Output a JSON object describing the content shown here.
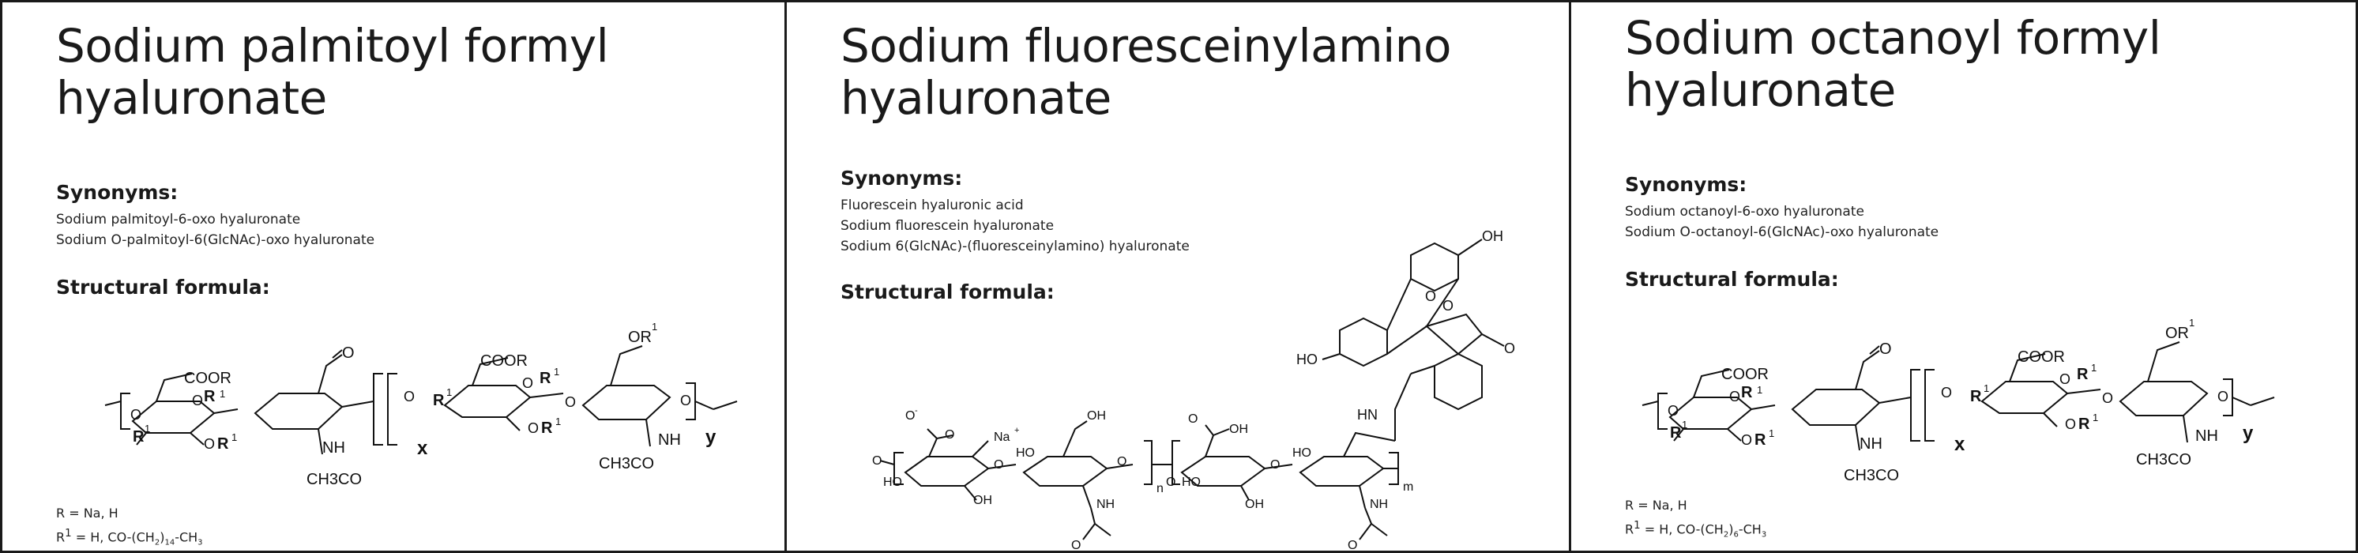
{
  "panels": [
    {
      "title_line1": "Sodium palmitoyl formyl",
      "title_line2": "hyaluronate",
      "synonyms_heading": "Synonyms:",
      "synonyms": [
        "Sodium palmitoyl-6-oxo hyaluronate",
        "Sodium O-palmitoyl-6(GlcNAc)-oxo hyaluronate"
      ],
      "structural_heading": "Structural formula:",
      "legend_r": "R = Na, H",
      "legend_r1_prefix": "R",
      "legend_r1_sup": "1",
      "legend_r1_mid": " = H, CO-(CH",
      "legend_r1_sub1": "2",
      "legend_r1_close": ")",
      "legend_r1_sub2": "14",
      "legend_r1_end": "-CH",
      "legend_r1_sub3": "3",
      "formula": {
        "coor": "COOR",
        "r": "R",
        "r1": "1",
        "o": "O",
        "nh": "NH",
        "x": "x",
        "y": "y",
        "acetyl": "CH3CO",
        "aldehyde": "O",
        "or1": "OR"
      }
    },
    {
      "title_line1": "Sodium fluoresceinylamino",
      "title_line2": "hyaluronate",
      "synonyms_heading": "Synonyms:",
      "synonyms": [
        "Fluorescein hyaluronic acid",
        "Sodium fluorescein hyaluronate",
        "Sodium 6(GlcNAc)-(fluoresceinylamino) hyaluronate"
      ],
      "structural_heading": "Structural formula:",
      "formula": {
        "oh": "OH",
        "ho": "HO",
        "o": "O",
        "hn": "HN",
        "nh": "NH",
        "na": "Na",
        "plus": "+",
        "minus": "-",
        "n": "n",
        "m": "m"
      }
    },
    {
      "title_line1": "Sodium octanoyl formyl",
      "title_line2": "hyaluronate",
      "synonyms_heading": "Synonyms:",
      "synonyms": [
        "Sodium octanoyl-6-oxo hyaluronate",
        "Sodium O-octanoyl-6(GlcNAc)-oxo hyaluronate"
      ],
      "structural_heading": "Structural formula:",
      "legend_r": "R = Na, H",
      "legend_r1_prefix": "R",
      "legend_r1_sup": "1",
      "legend_r1_mid": " = H, CO-(CH",
      "legend_r1_sub1": "2",
      "legend_r1_close": ")",
      "legend_r1_sub2": "6",
      "legend_r1_end": "-CH",
      "legend_r1_sub3": "3",
      "formula": {
        "coor": "COOR",
        "r": "R",
        "r1": "1",
        "o": "O",
        "nh": "NH",
        "x": "x",
        "y": "y",
        "acetyl": "CH3CO",
        "aldehyde": "O",
        "or1": "OR"
      }
    }
  ]
}
